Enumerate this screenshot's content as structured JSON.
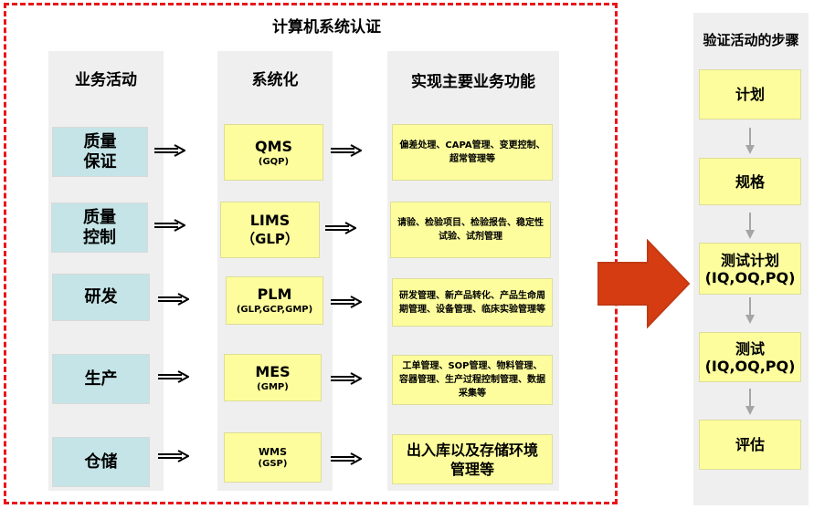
{
  "main_title": "计算机系统认证",
  "columns": {
    "business_header": "业务活动",
    "system_header": "系统化",
    "function_header": "实现主要业务功能"
  },
  "rows": [
    {
      "business": "质量保证",
      "system_name": "QMS",
      "system_sub": "(GQP)",
      "function": "偏差处理、CAPA管理、变更控制、超常管理等"
    },
    {
      "business": "质量控制",
      "system_name": "LIMS",
      "system_sub": "（GLP）",
      "function": "请验、检验项目、检验报告、稳定性试验、试剂管理"
    },
    {
      "business": "研发",
      "system_name": "PLM",
      "system_sub": "(GLP,GCP,GMP)",
      "function": "研发管理、新产品转化、产品生命周期管理、设备管理、临床实验管理等"
    },
    {
      "business": "生产",
      "system_name": "MES",
      "system_sub": "(GMP)",
      "function": "工单管理、SOP管理、物料管理、容器管理、生产过程控制管理、数据采集等"
    },
    {
      "business": "仓储",
      "system_name": "WMS",
      "system_sub": "(GSP)",
      "function": "出入库以及存储环境管理等"
    }
  ],
  "validation": {
    "header": "验证活动的步骤",
    "steps": [
      "计划",
      "规格",
      "测试计划(IQ,OQ,PQ)",
      "测试(IQ,OQ,PQ)",
      "评估"
    ]
  },
  "colors": {
    "frame_border": "#e8161a",
    "business_box": "#c4e4e7",
    "system_box": "#fdfd9d",
    "column_bg": "#efefef",
    "big_arrow": "#d63c12"
  },
  "icons": {
    "row_arrows": "double-arrow-right-icon",
    "step_arrows": "arrow-down-icon",
    "transition": "big-arrow-right-icon"
  }
}
